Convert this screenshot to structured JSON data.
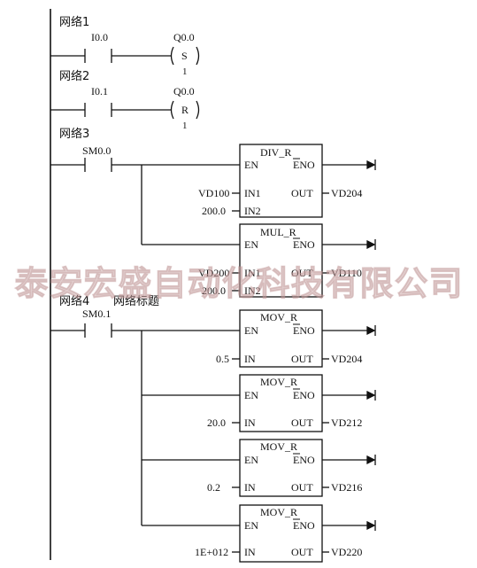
{
  "networks": [
    {
      "label": "网络1",
      "title": "",
      "contact": {
        "address": "I0.0"
      },
      "coil": {
        "address": "Q0.0",
        "type": "S",
        "count": "1"
      }
    },
    {
      "label": "网络2",
      "title": "",
      "contact": {
        "address": "I0.1"
      },
      "coil": {
        "address": "Q0.0",
        "type": "R",
        "count": "1"
      }
    },
    {
      "label": "网络3",
      "title": "",
      "contact": {
        "address": "SM0.0"
      },
      "boxes": [
        {
          "name": "DIV_R",
          "en": "EN",
          "eno": "ENO",
          "in1_pin": "IN1",
          "in1_val": "VD100",
          "in2_pin": "IN2",
          "in2_val": "200.0",
          "out_pin": "OUT",
          "out_val": "VD204"
        },
        {
          "name": "MUL_R",
          "en": "EN",
          "eno": "ENO",
          "in1_pin": "IN1",
          "in1_val": "VD200",
          "in2_pin": "IN2",
          "in2_val": "200.0",
          "out_pin": "OUT",
          "out_val": "VD110"
        }
      ]
    },
    {
      "label": "网络4",
      "title": "网络标题",
      "contact": {
        "address": "SM0.1"
      },
      "boxes": [
        {
          "name": "MOV_R",
          "en": "EN",
          "eno": "ENO",
          "in_pin": "IN",
          "in_val": "0.5",
          "out_pin": "OUT",
          "out_val": "VD204"
        },
        {
          "name": "MOV_R",
          "en": "EN",
          "eno": "ENO",
          "in_pin": "IN",
          "in_val": "20.0",
          "out_pin": "OUT",
          "out_val": "VD212"
        },
        {
          "name": "MOV_R",
          "en": "EN",
          "eno": "ENO",
          "in_pin": "IN",
          "in_val": "0.2",
          "out_pin": "OUT",
          "out_val": "VD216"
        },
        {
          "name": "MOV_R",
          "en": "EN",
          "eno": "ENO",
          "in_pin": "IN",
          "in_val": "1E+012",
          "out_pin": "OUT",
          "out_val": "VD220"
        }
      ]
    }
  ],
  "watermark": "泰安宏盛自动化科技有限公司",
  "colors": {
    "ink": "#111111",
    "watermark": "#c9a5a5"
  }
}
